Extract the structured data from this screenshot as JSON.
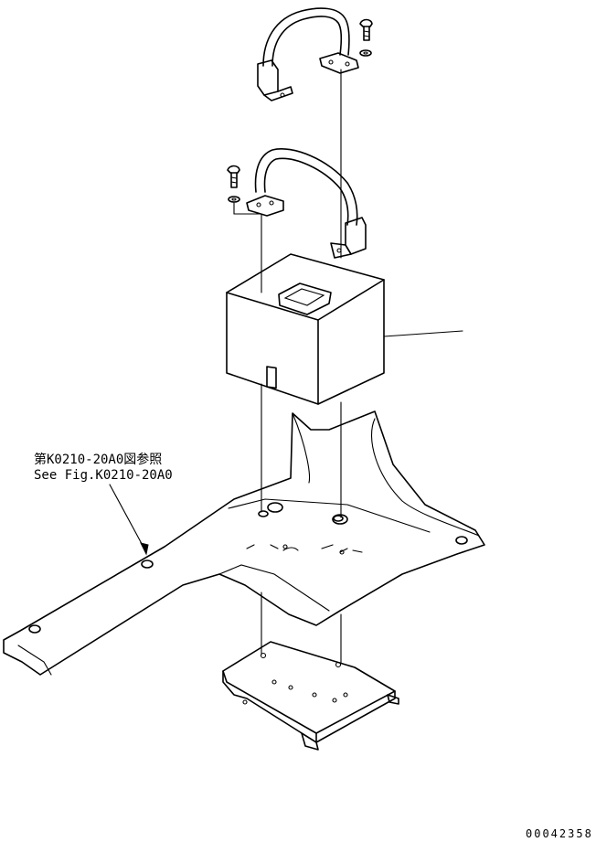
{
  "reference": {
    "line_jp": "第K0210-20A0図参照",
    "line_en": "See Fig.K0210-20A0"
  },
  "drawing_code": "00042358"
}
